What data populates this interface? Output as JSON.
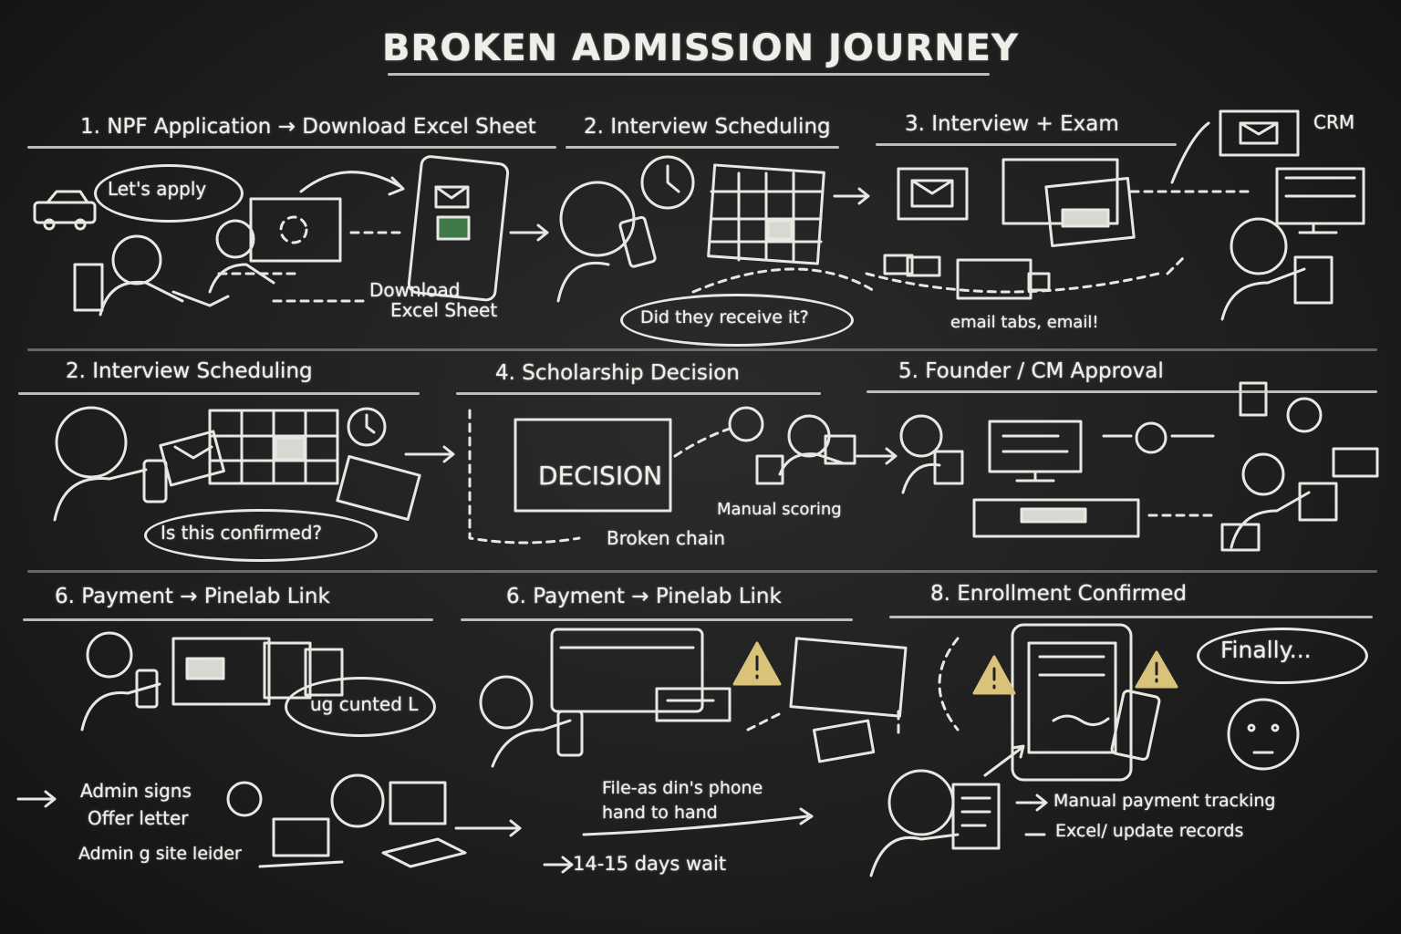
{
  "title": "BROKEN ADMISSION JOURNEY",
  "row1": {
    "step1": "1. NPF Application → Download Excel Sheet",
    "step2": "2. Interview Scheduling",
    "step3": "3. Interview + Exam",
    "crm": "CRM",
    "lets_apply": "Let's apply",
    "download1": "Download",
    "download2": "Excel Sheet",
    "did_they": "Did they receive it?",
    "email_tabs": "email tabs, email!"
  },
  "row2": {
    "step2": "2. Interview Scheduling",
    "step4": "4. Scholarship Decision",
    "step5": "5. Founder / CM Approval",
    "confirmed": "Is this confirmed?",
    "decision": "DECISION",
    "manual_scoring": "Manual scoring",
    "broken_chain": "Broken chain"
  },
  "row3": {
    "step6a": "6. Payment → Pinelab Link",
    "step6b": "6. Payment → Pinelab Link",
    "step8": "8. Enrollment Confirmed",
    "bubble": "ug cunted L",
    "finally": "Finally...",
    "admin_signs": "Admin signs",
    "offer_letter": "Offer letter",
    "admin_site": "Admin g site leider",
    "file_phone": "File-as din's phone",
    "hand_to_hand": "hand to hand",
    "days_wait": "14-15 days wait",
    "manual_payment": "Manual payment tracking",
    "excel_update": "Excel/ update records"
  },
  "colors": {
    "board": "#1c1c1c",
    "chalk": "#ecebe6",
    "warning": "#d9c27a",
    "sheet": "#3f7a48"
  }
}
